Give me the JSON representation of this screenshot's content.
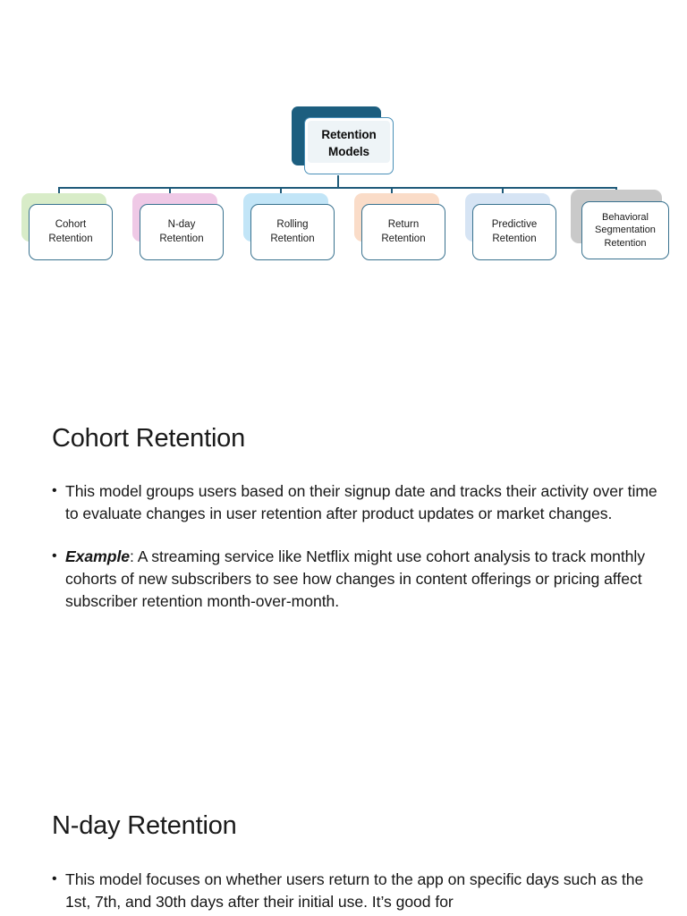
{
  "diagram": {
    "root": {
      "label": "Retention\nModels",
      "shadow_color": "#1c5e7f",
      "border_color": "#4a90b8",
      "fill_color": "#eef4f7"
    },
    "connector_color": "#1f5b7a",
    "nodes": [
      {
        "label": "Cohort\nRetention",
        "shadow_color": "#d8ecc8"
      },
      {
        "label": "N-day\nRetention",
        "shadow_color": "#efc9e6"
      },
      {
        "label": "Rolling\nRetention",
        "shadow_color": "#c2e5f7"
      },
      {
        "label": "Return\nRetention",
        "shadow_color": "#fadcc8"
      },
      {
        "label": "Predictive\nRetention",
        "shadow_color": "#d6e4f4"
      },
      {
        "label": "Behavioral\nSegmentation\nRetention",
        "shadow_color": "#c9c9c9"
      }
    ]
  },
  "sections": [
    {
      "title": "Cohort Retention",
      "bullets": [
        {
          "lead": "",
          "text": "This model groups users based on their signup date and tracks their activity over time to evaluate changes in user retention after product updates or market changes."
        },
        {
          "lead": "Example",
          "text": ": A streaming service like Netflix might use cohort analysis to track monthly cohorts of new subscribers to see how changes in content offerings or pricing affect subscriber retention month-over-month."
        }
      ]
    },
    {
      "title": "N-day Retention",
      "bullets": [
        {
          "lead": "",
          "text": "This model focuses on whether users return to the app on specific days such as the 1st, 7th, and 30th days after their initial use. It’s good for"
        }
      ]
    }
  ]
}
